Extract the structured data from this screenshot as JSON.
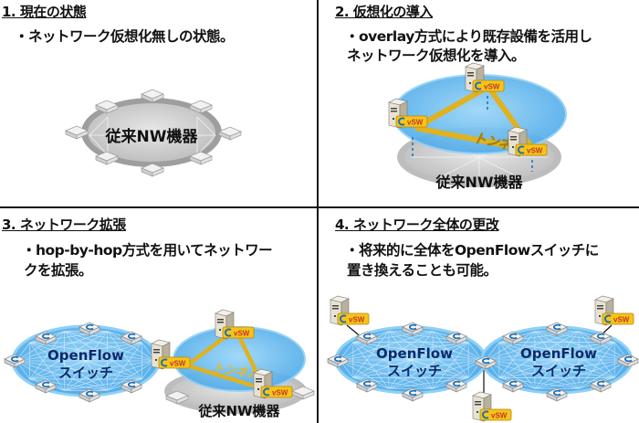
{
  "colors": {
    "divider": "#111111",
    "text": "#111111",
    "legacy_ring": "#9e9e9e",
    "legacy_fill": "#cfcfcf",
    "openflow_fill": "#5ab4ef",
    "openflow_edge": "#8fd0f7",
    "tunnel": "#e8b923",
    "vsw_badge": "#f6c417",
    "vsw_text": "#c0392b",
    "vsw_logo": "#1c6fb8"
  },
  "panels": [
    {
      "title": "1. 現在の状態",
      "desc_lines": [
        "・ネットワーク仮想化無しの状態。"
      ],
      "legacy_label": "従来NW機器"
    },
    {
      "title": "2. 仮想化の導入",
      "desc_lines": [
        "・overlay方式により既存設備を活用し",
        "ネットワーク仮想化を導入。"
      ],
      "legacy_label": "従来NW機器",
      "tunnel_label": "トンネル",
      "vsw_label": "vSW"
    },
    {
      "title": "3. ネットワーク拡張",
      "desc_lines": [
        "・hop-by-hop方式を用いてネットワー",
        "クを拡張。"
      ],
      "openflow_label_1": "OpenFlow",
      "openflow_label_2": "スイッチ",
      "legacy_label": "従来NW機器",
      "tunnel_label": "トンネル",
      "vsw_label": "vSW"
    },
    {
      "title": "4. ネットワーク全体の更改",
      "desc_lines": [
        "・将来的に全体をOpenFlowスイッチに",
        "置き換えることも可能。"
      ],
      "openflow_label_1": "OpenFlow",
      "openflow_label_2": "スイッチ",
      "vsw_label": "vSW"
    }
  ]
}
